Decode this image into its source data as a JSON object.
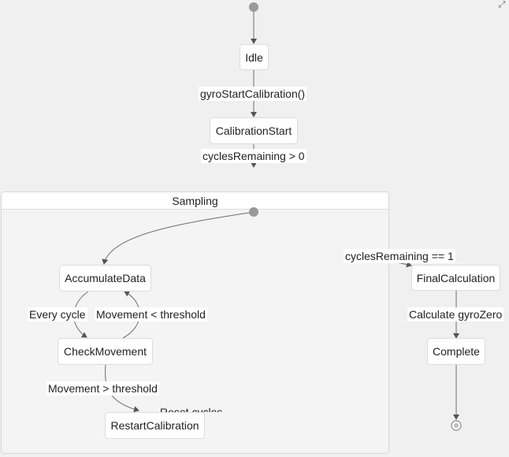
{
  "diagram": {
    "states": {
      "idle": "Idle",
      "calibration_start": "CalibrationStart",
      "accumulate_data": "AccumulateData",
      "check_movement": "CheckMovement",
      "restart_calibration": "RestartCalibration",
      "final_calculation": "FinalCalculation",
      "complete": "Complete"
    },
    "composite": {
      "title": "Sampling"
    },
    "transitions": {
      "idle_to_start": "gyroStartCalibration()",
      "start_to_sampling": "cyclesRemaining > 0",
      "sampling_to_final": "cyclesRemaining == 1",
      "accumulate_to_check": "Every cycle",
      "check_to_accumulate": "Movement < threshold",
      "check_to_restart": "Movement > threshold",
      "restart_label": "Reset cycles",
      "final_to_complete": "Calculate gyroZero"
    },
    "colors": {
      "edge": "#6e6e6e",
      "node_fill": "#ffffff",
      "node_border": "#dcdcdc",
      "initial_dot": "#999999"
    }
  }
}
